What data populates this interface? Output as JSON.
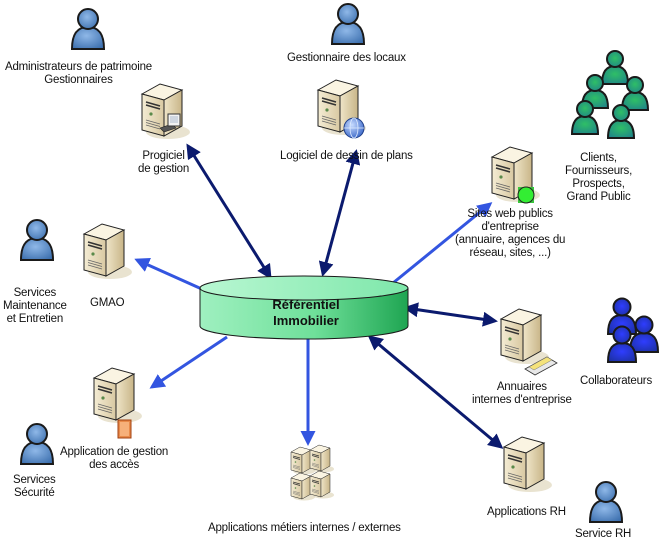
{
  "diagram": {
    "title": "Référentiel Immobilier - architecture",
    "central_node": {
      "lines": [
        "Référentiel",
        "Immobilier"
      ]
    },
    "colors": {
      "arrow_dark": "#0b1a6e",
      "arrow_light": "#3355e0",
      "cylinder_light": "#a8f5c8",
      "cylinder_dark": "#22b45a",
      "server_beige": "#e8dcbf",
      "user_blue": "#4f86c6",
      "group_teal": "#1e8f86",
      "group_blue": "#1e3cd8"
    },
    "systems": [
      {
        "id": "progiciel",
        "icon": "server-with-terminal-icon",
        "lines": [
          "Progiciel",
          "de gestion"
        ]
      },
      {
        "id": "dessin",
        "icon": "server-with-globe-icon",
        "lines": [
          "Logiciel de dessin de plans"
        ]
      },
      {
        "id": "sites-web",
        "icon": "server-with-web-icon",
        "lines": [
          "Sites web publics",
          "d'entreprise",
          "(annuaire, agences du",
          "réseau, sites, ...)"
        ]
      },
      {
        "id": "gmao",
        "icon": "server-icon",
        "lines": [
          "GMAO"
        ]
      },
      {
        "id": "annuaires",
        "icon": "server-with-directory-icon",
        "lines": [
          "Annuaires",
          "internes d'entreprise"
        ]
      },
      {
        "id": "acces",
        "icon": "server-with-firewall-icon",
        "lines": [
          "Application de gestion",
          "des accès"
        ]
      },
      {
        "id": "metiers",
        "icon": "server-cluster-icon",
        "lines": [
          "Applications métiers internes / externes"
        ]
      },
      {
        "id": "rh",
        "icon": "server-icon",
        "lines": [
          "Applications RH"
        ]
      }
    ],
    "actors": [
      {
        "id": "admin",
        "icon": "user-icon",
        "lines": [
          "Administrateurs de patrimoine",
          "Gestionnaires"
        ]
      },
      {
        "id": "gest-locaux",
        "icon": "user-icon",
        "lines": [
          "Gestionnaire des locaux"
        ]
      },
      {
        "id": "clients",
        "icon": "user-group-icon",
        "lines": [
          "Clients,",
          "Fournisseurs,",
          "Prospects,",
          "Grand Public"
        ]
      },
      {
        "id": "maintenance",
        "icon": "user-icon",
        "lines": [
          "Services",
          "Maintenance",
          "et Entretien"
        ]
      },
      {
        "id": "collab",
        "icon": "user-group-icon",
        "lines": [
          "Collaborateurs"
        ]
      },
      {
        "id": "securite",
        "icon": "user-icon",
        "lines": [
          "Services",
          "Sécurité"
        ]
      },
      {
        "id": "service-rh",
        "icon": "user-icon",
        "lines": [
          "Service RH"
        ]
      }
    ],
    "connections": [
      {
        "to": "progiciel",
        "direction": "bidirectional",
        "style": "dark"
      },
      {
        "to": "dessin",
        "direction": "bidirectional",
        "style": "dark"
      },
      {
        "to": "sites-web",
        "direction": "outgoing",
        "style": "light"
      },
      {
        "to": "gmao",
        "direction": "outgoing",
        "style": "light"
      },
      {
        "to": "annuaires",
        "direction": "bidirectional",
        "style": "dark"
      },
      {
        "to": "acces",
        "direction": "outgoing",
        "style": "light"
      },
      {
        "to": "metiers",
        "direction": "outgoing",
        "style": "light"
      },
      {
        "to": "rh",
        "direction": "bidirectional",
        "style": "dark"
      }
    ]
  }
}
